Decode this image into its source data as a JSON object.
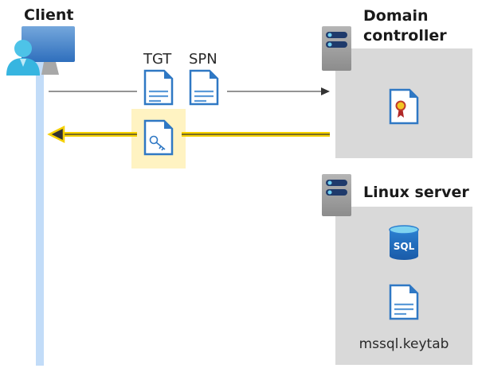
{
  "client": {
    "title": "Client",
    "icon": "user-computer-icon"
  },
  "messages": {
    "tgt_label": "TGT",
    "spn_label": "SPN",
    "ticket_icon": "key-document-icon"
  },
  "domain_controller": {
    "title_line1": "Domain",
    "title_line2": "controller",
    "icon": "certificate-document-icon"
  },
  "linux_server": {
    "title": "Linux server",
    "sql_label": "SQL",
    "keytab_label": "mssql.keytab"
  },
  "colors": {
    "lifeline": "#c2dcf8",
    "box": "#d9d9d9",
    "highlight": "#fff3c2",
    "arrow_yellow": "#f5d000",
    "doc_blue": "#2f78c4"
  }
}
